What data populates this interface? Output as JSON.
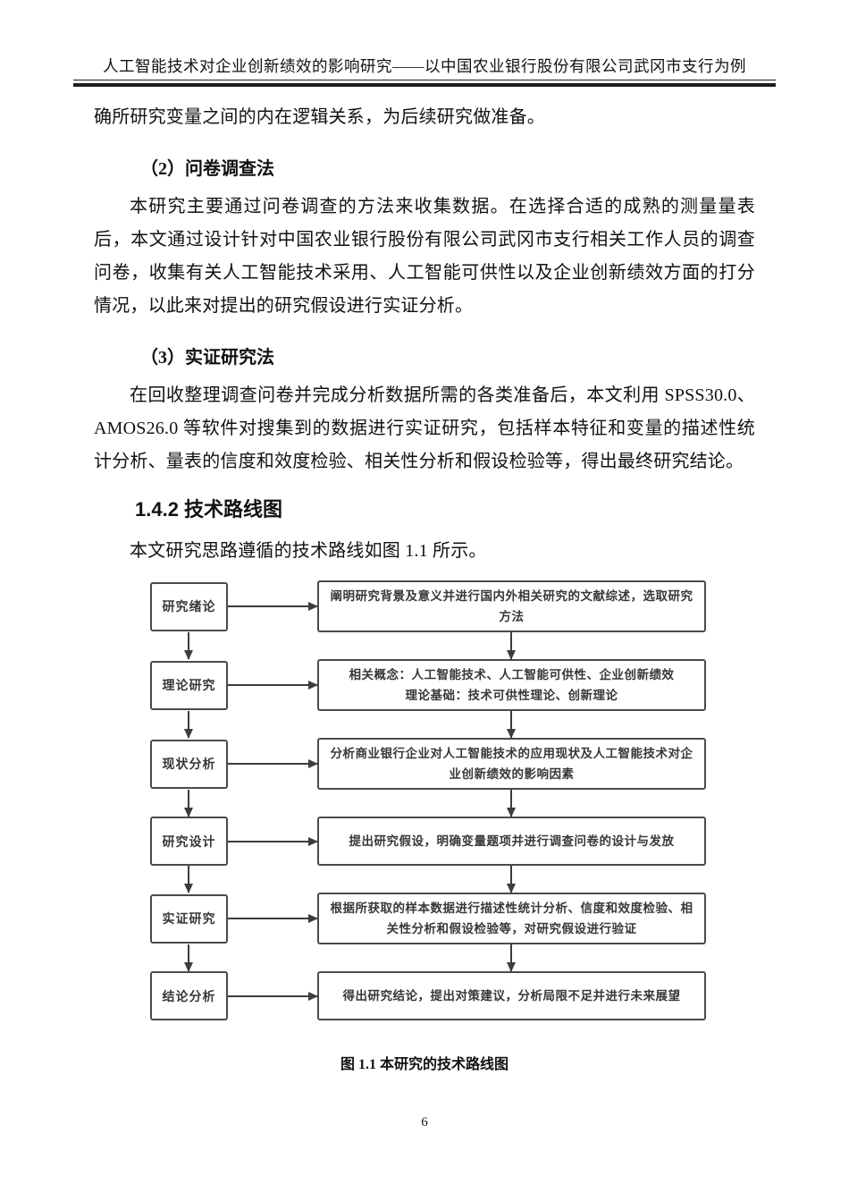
{
  "page": {
    "header_title": "人工智能技术对企业创新绩效的影响研究——以中国农业银行股份有限公司武冈市支行为例",
    "page_number": "6"
  },
  "colors": {
    "text": "#111111",
    "flowchart_border": "#4a4a4a",
    "flowchart_text": "#383838"
  },
  "content": {
    "paragraph_continuation": "确所研究变量之间的内在逻辑关系，为后续研究做准备。",
    "heading_questionnaire": "（2）问卷调查法",
    "paragraph_questionnaire": "本研究主要通过问卷调查的方法来收集数据。在选择合适的成熟的测量量表后，本文通过设计针对中国农业银行股份有限公司武冈市支行相关工作人员的调查问卷，收集有关人工智能技术采用、人工智能可供性以及企业创新绩效方面的打分情况，以此来对提出的研究假设进行实证分析。",
    "heading_empirical": "（3）实证研究法",
    "paragraph_empirical": "在回收整理调查问卷并完成分析数据所需的各类准备后，本文利用 SPSS30.0、AMOS26.0 等软件对搜集到的数据进行实证研究，包括样本特征和变量的描述性统计分析、量表的信度和效度检验、相关性分析和假设检验等，得出最终研究结论。",
    "heading_section": "1.4.2 技术路线图",
    "paragraph_section_lead": "本文研究思路遵循的技术路线如图 1.1 所示。",
    "figure_caption": "图 1.1 本研究的技术路线图"
  },
  "flowchart": {
    "rows": [
      {
        "stage": "研究绪论",
        "description": "阐明研究背景及意义并进行国内外相关研究的文献综述，选取研究方法"
      },
      {
        "stage": "理论研究",
        "description": "相关概念：人工智能技术、人工智能可供性、企业创新绩效\n理论基础：技术可供性理论、创新理论"
      },
      {
        "stage": "现状分析",
        "description": "分析商业银行企业对人工智能技术的应用现状及人工智能技术对企业创新绩效的影响因素"
      },
      {
        "stage": "研究设计",
        "description": "提出研究假设，明确变量题项并进行调查问卷的设计与发放"
      },
      {
        "stage": "实证研究",
        "description": "根据所获取的样本数据进行描述性统计分析、信度和效度检验、相关性分析和假设检验等，对研究假设进行验证"
      },
      {
        "stage": "结论分析",
        "description": "得出研究结论，提出对策建议，分析局限不足并进行未来展望"
      }
    ]
  }
}
